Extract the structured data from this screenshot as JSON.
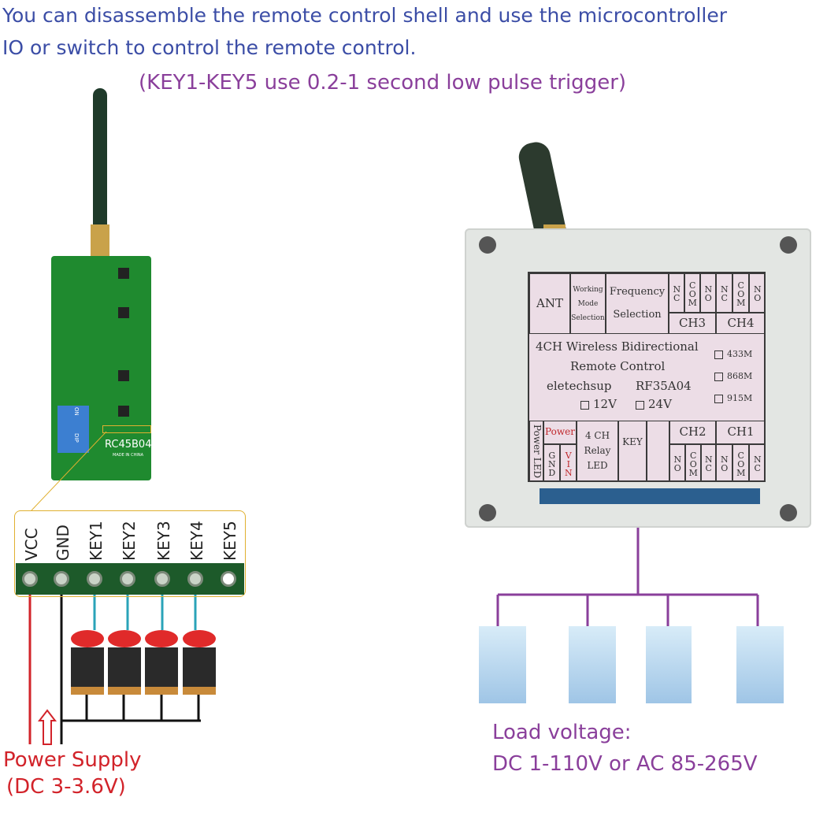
{
  "header": {
    "line1": "You can disassemble the remote control shell and use the microcontroller",
    "line2": "IO or switch to control the remote control.",
    "note": "(KEY1-KEY5 use 0.2-1 second low pulse trigger)"
  },
  "remote_board": {
    "model": "RC45B04",
    "made_in": "MADE IN CHINA",
    "dip_labels": [
      "ON",
      "DIP"
    ]
  },
  "connector": {
    "pins": [
      "VCC",
      "GND",
      "KEY1",
      "KEY2",
      "KEY3",
      "KEY4",
      "KEY5"
    ]
  },
  "power": {
    "label": "Power Supply",
    "range": "(DC 3-3.6V)"
  },
  "relay_panel": {
    "ant": "ANT",
    "working_mode": [
      "Working",
      "Mode",
      "Selection"
    ],
    "frequency": [
      "Frequency",
      "Selection"
    ],
    "ch3": "CH3",
    "ch4": "CH4",
    "ch2": "CH2",
    "ch1": "CH1",
    "top_terms": [
      "NC",
      "COM",
      "NO",
      "NC",
      "COM",
      "NO"
    ],
    "bottom_terms": [
      "NO",
      "COM",
      "NC",
      "NO",
      "COM",
      "NC"
    ],
    "title1": "4CH Wireless Bidirectional",
    "title2": "Remote Control",
    "brand": "eletechsup",
    "model": "RF35A04",
    "v12": "12V",
    "v24": "24V",
    "freqs": [
      "433M",
      "868M",
      "915M"
    ],
    "power_led": "Power LED",
    "power": "Power",
    "gnd": "GND",
    "vin": "VIN",
    "relay_led": [
      "4 CH",
      "Relay",
      "LED"
    ],
    "key": "KEY"
  },
  "load": {
    "line1": "Load voltage:",
    "line2": "DC 1-110V or AC 85-265V"
  },
  "colors": {
    "text_blue": "#3b4da6",
    "purple": "#8a3f9b",
    "red": "#d2232a",
    "pcb_green": "#1f8a2f",
    "wire_teal": "#2aa3b8"
  }
}
